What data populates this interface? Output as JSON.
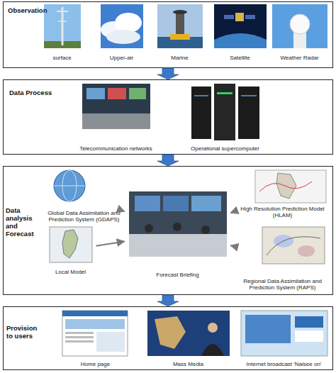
{
  "diagram": {
    "nodes": [
      {
        "text": [
          "Observation"
        ]
      },
      {
        "text": [
          "surface"
        ],
        "in": 0
      },
      {
        "text": [
          "Upper-air"
        ],
        "in": 0
      },
      {
        "text": [
          "Marine"
        ],
        "in": 0
      },
      {
        "text": [
          "Satellite"
        ],
        "in": 0
      },
      {
        "text": [
          "Weather Radar"
        ],
        "in": 0
      },
      {
        "text": [
          "Data Process"
        ]
      },
      {
        "text": [
          "Telecommunication networks"
        ],
        "in": 6
      },
      {
        "text": [
          "Operational supercomputer"
        ],
        "in": 6
      },
      {
        "text": [
          "Data analysis and Forecast"
        ]
      },
      {
        "text": [
          "Global Data Assimilation and Prediction System (GDAPS)"
        ],
        "in": 9
      },
      {
        "text": [
          "Local Model"
        ],
        "in": 9
      },
      {
        "text": [
          "Forecast Briefing"
        ],
        "in": 9
      },
      {
        "text": [
          "High Resolution Prediction Model (HLAM)"
        ],
        "in": 9
      },
      {
        "text": [
          "Regional Data Assimilation and Prediction System (RAPS)"
        ],
        "in": 9
      },
      {
        "text": [
          "Provision to users"
        ]
      },
      {
        "text": [
          "Home page"
        ],
        "in": 15
      },
      {
        "text": [
          "Mass Media"
        ],
        "in": 15
      },
      {
        "text": [
          "Internet broadcast 'Nalsee on'"
        ],
        "in": 15
      }
    ],
    "edges": [
      {
        "from": 0,
        "to": 6,
        "arrow": "to"
      },
      {
        "from": 6,
        "to": 9,
        "arrow": "to"
      },
      {
        "from": 9,
        "to": 15,
        "arrow": "to"
      },
      {
        "from": 10,
        "to": 12,
        "arrow": "to"
      },
      {
        "from": 11,
        "to": 12,
        "arrow": "to"
      },
      {
        "from": 13,
        "to": 12,
        "arrow": "to"
      },
      {
        "from": 14,
        "to": 12,
        "arrow": "to"
      }
    ]
  }
}
